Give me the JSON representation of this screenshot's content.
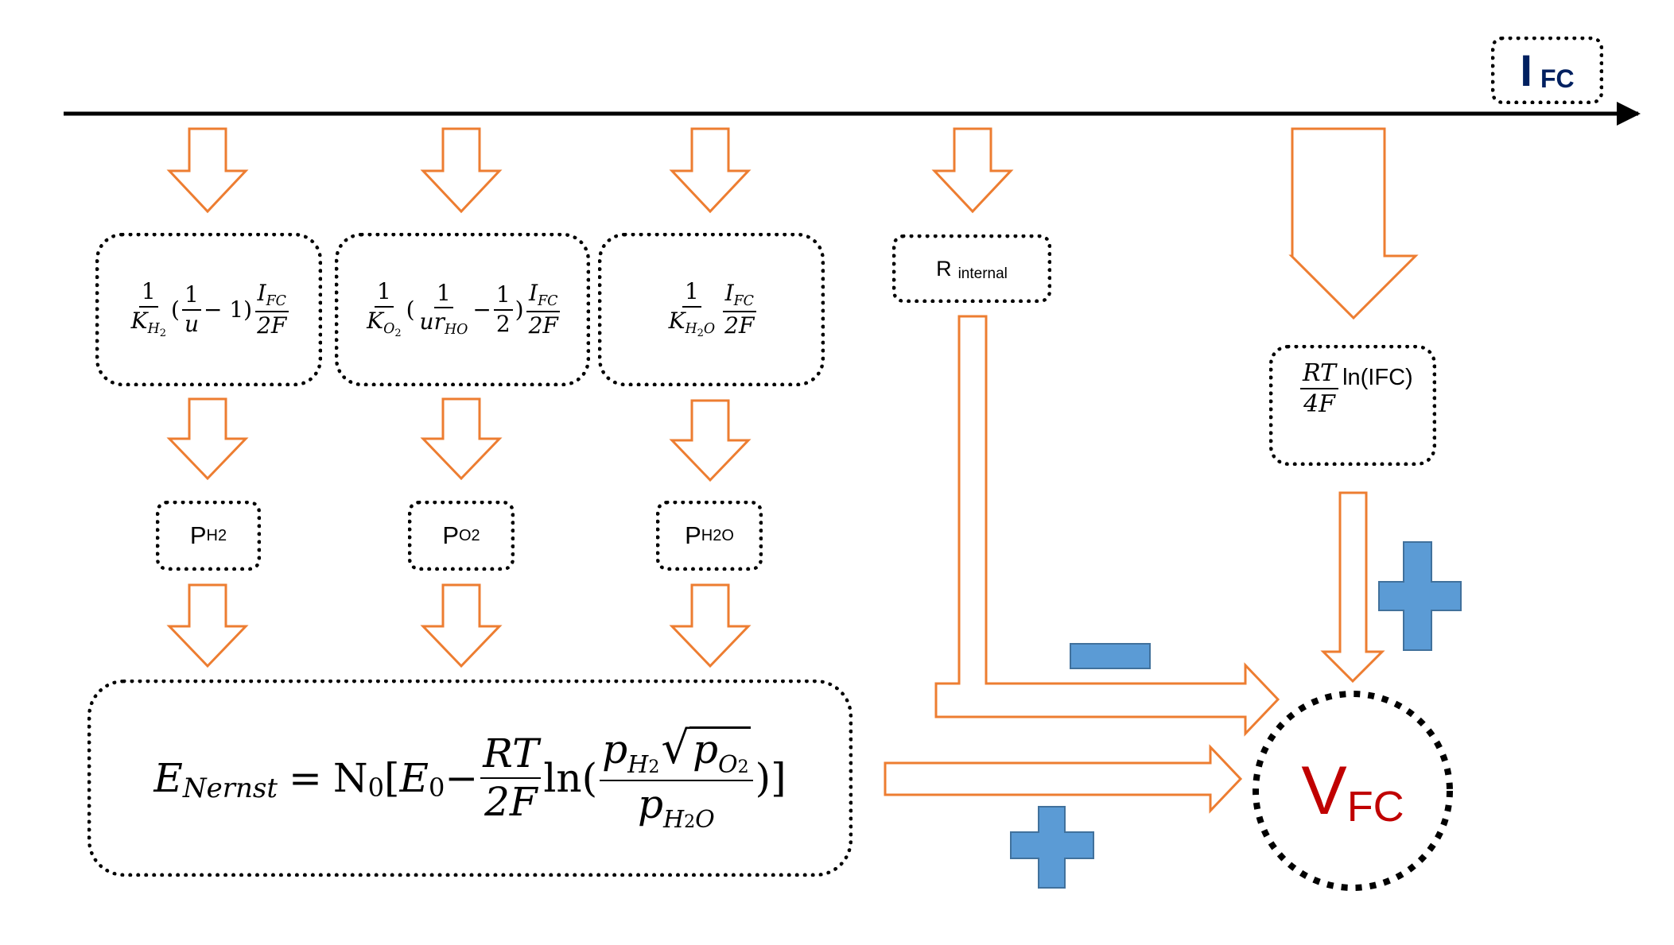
{
  "current_label": {
    "main": "I",
    "sub": "FC"
  },
  "voltage_label": {
    "main": "V",
    "sub": "FC"
  },
  "pressure_labels": [
    {
      "main": "P",
      "sub": "H2"
    },
    {
      "main": "P",
      "sub": "O2"
    },
    {
      "main": "P",
      "sub": "H2O"
    }
  ],
  "resistance_label": {
    "main": "R",
    "sub": "internal"
  },
  "activation_text": "ln(IFC)",
  "formulas": {
    "h2": {
      "one": "1",
      "k": "K",
      "ksub": "H",
      "ksub2": "2",
      "u": "u",
      "minus1": "− 1)",
      "ifc": "I",
      "ifcsub": "FC",
      "twoF": "2F"
    },
    "o2": {
      "one": "1",
      "k": "K",
      "ksub": "O",
      "ksub2": "2",
      "ur": "ur",
      "ursub": "HO",
      "half": "2",
      "ifc": "I",
      "ifcsub": "FC",
      "twoF": "2F"
    },
    "h2o": {
      "one": "1",
      "k": "K",
      "ksub": "H",
      "ksub2": "2",
      "ksub3": "O",
      "ifc": "I",
      "ifcsub": "FC",
      "twoF": "2F"
    },
    "act": {
      "num": "RT",
      "den": "4F"
    },
    "nernst": {
      "lhs": "E",
      "lhs_sub": "Nernst",
      "n0": "N",
      "e0": "E",
      "rt": "RT",
      "twoF": "2F",
      "ln": "ln(",
      "pH2": "p",
      "pO2": "p",
      "pH2O": "p"
    }
  },
  "signs": {
    "minus": "minus",
    "plus": "plus"
  },
  "colors": {
    "arrow": "#ED7D31",
    "sign": "#5B9BD5",
    "sign_stroke": "#41719C",
    "current": "#002060",
    "voltage": "#C00000"
  }
}
